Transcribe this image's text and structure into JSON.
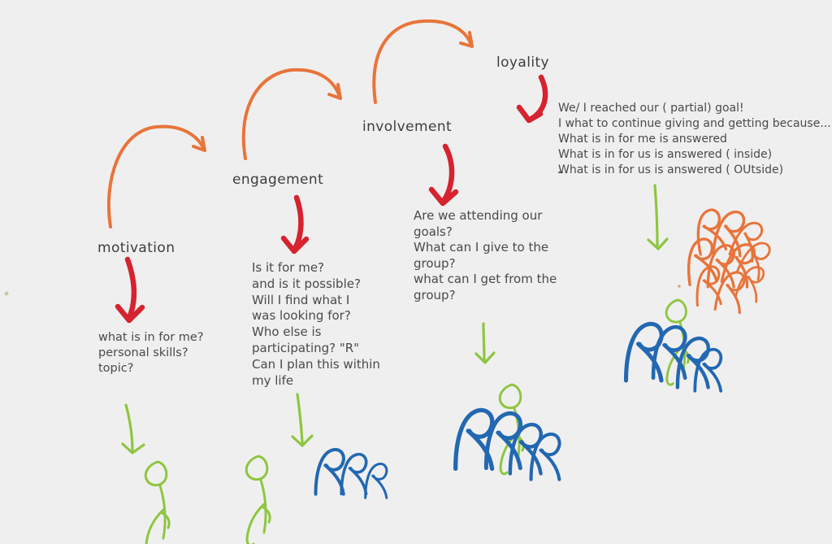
{
  "colors": {
    "background": "#f0efef",
    "stage_arc_orange": "#e8743b",
    "emphasis_arrow_red": "#d5232f",
    "outcome_arrow_green": "#8dc63f",
    "group_blue": "#2268b2",
    "crowd_orange": "#e8743b",
    "person_green": "#8dc63f",
    "text_gray": "#4a4a4a"
  },
  "stages": [
    {
      "label": "motivation",
      "figure": "single-person-green",
      "notes": [
        "what is in for me?",
        "personal skills?",
        "topic?"
      ]
    },
    {
      "label": "engagement",
      "figure": "single-person-green-plus-small-blue-group",
      "notes": [
        "Is it for me?",
        "and is it possible?",
        "Will I find what I",
        "was looking for?",
        "Who else is",
        "participating? \"R\"",
        "Can I plan this within",
        "my life"
      ]
    },
    {
      "label": "involvement",
      "figure": "green-person-joining-blue-group",
      "notes": [
        "Are we attending our",
        "goals?",
        "What can I give to the",
        "group?",
        "what can I get from the",
        "group?"
      ]
    },
    {
      "label": "loyality",
      "figure": "green-person-with-blue-group-and-orange-crowd",
      "notes": [
        "We/ I reached our ( partial) goal!",
        "I what to continue giving and getting because...",
        "What is in for me is answered",
        "What is in for us is answered ( inside)",
        "What is in for us is answered ( OUtside)"
      ]
    }
  ]
}
